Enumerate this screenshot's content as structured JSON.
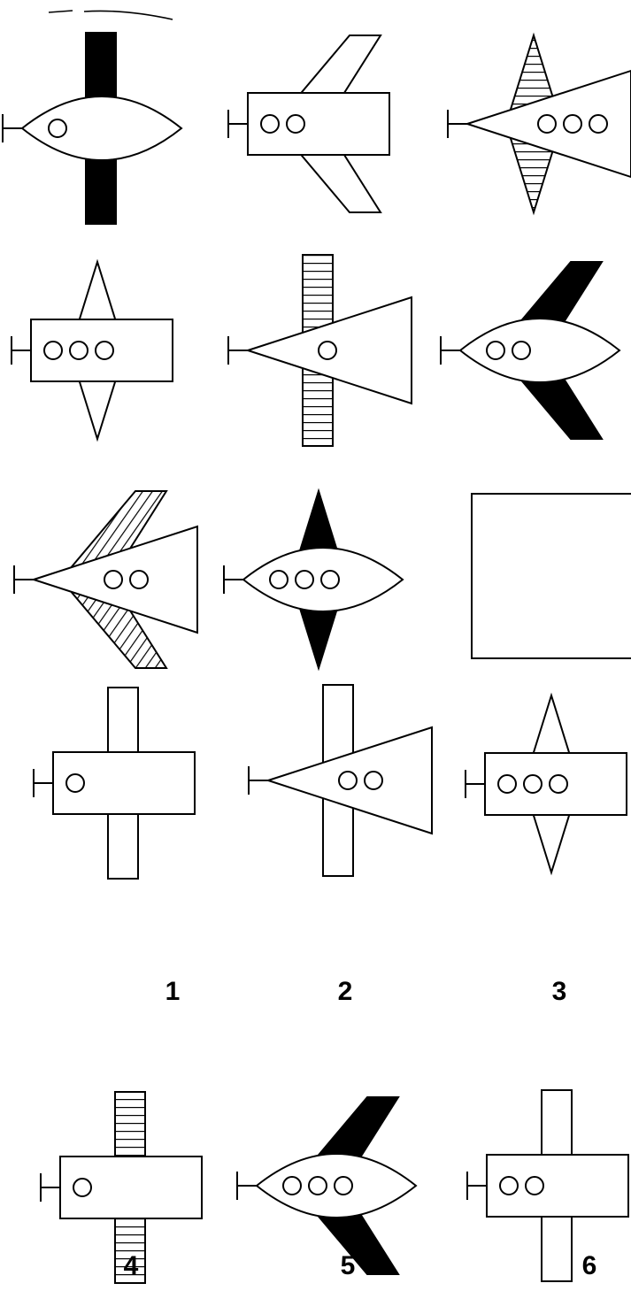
{
  "puzzle": {
    "matrix_rows": 3,
    "matrix_cols": 3,
    "missing_cell": "blank",
    "option_labels": [
      "1",
      "2",
      "3",
      "4",
      "5",
      "6"
    ]
  },
  "matrix": [
    {
      "body": "ellipse",
      "wings": "straight",
      "wing_fill": "black",
      "windows": 1
    },
    {
      "body": "rectangle",
      "wings": "swept",
      "wing_fill": "white",
      "windows": 2
    },
    {
      "body": "triangle",
      "wings": "diamond",
      "wing_fill": "striped",
      "windows": 3
    },
    {
      "body": "rectangle",
      "wings": "diamond",
      "wing_fill": "white",
      "windows": 3
    },
    {
      "body": "triangle",
      "wings": "straight",
      "wing_fill": "striped",
      "windows": 1
    },
    {
      "body": "ellipse",
      "wings": "swept",
      "wing_fill": "black",
      "windows": 2
    },
    {
      "body": "triangle",
      "wings": "swept",
      "wing_fill": "striped",
      "windows": 2
    },
    {
      "body": "ellipse",
      "wings": "diamond",
      "wing_fill": "black",
      "windows": 3
    },
    {
      "body": "blank"
    }
  ],
  "options": [
    {
      "label": "1",
      "body": "rectangle",
      "wings": "straight",
      "wing_fill": "white",
      "windows": 1
    },
    {
      "label": "2",
      "body": "triangle",
      "wings": "straight",
      "wing_fill": "white",
      "windows": 2
    },
    {
      "label": "3",
      "body": "rectangle",
      "wings": "diamond",
      "wing_fill": "white",
      "windows": 3
    },
    {
      "label": "4",
      "body": "rectangle",
      "wings": "straight",
      "wing_fill": "striped",
      "windows": 1
    },
    {
      "label": "5",
      "body": "ellipse",
      "wings": "swept",
      "wing_fill": "black",
      "windows": 3
    },
    {
      "label": "6",
      "body": "rectangle",
      "wings": "straight",
      "wing_fill": "white",
      "windows": 2
    }
  ],
  "colors": {
    "ink": "#000000",
    "paper": "#ffffff"
  }
}
